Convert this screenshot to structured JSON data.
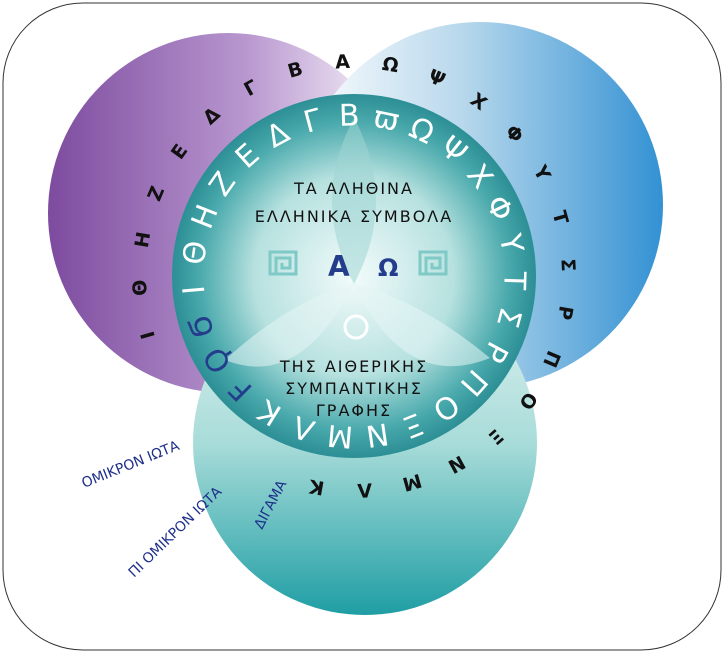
{
  "outer_ring": [
    "Ι",
    "Θ",
    "Η",
    "Ζ",
    "Ε",
    "Δ",
    "Γ",
    "Β",
    "Α",
    "Ω",
    "Ψ",
    "Χ",
    "Φ",
    "Υ",
    "Τ",
    "Σ",
    "Ρ",
    "Π",
    "Ο",
    "Ξ",
    "Ν",
    "Μ",
    "Λ",
    "Κ"
  ],
  "inner_ring": [
    "Ι",
    "Θ",
    "Η",
    "Ζ",
    "Ε",
    "Δ",
    "Γ",
    "Β",
    "ϖ",
    "Ω",
    "Ψ",
    "Χ",
    "Φ",
    "Υ",
    "Τ",
    "Σ",
    "Ρ",
    "Π",
    "Ο",
    "Ξ",
    "Ν",
    "Μ",
    "Λ",
    "Κ",
    "Ϝ",
    "Ϙ",
    "Ϭ"
  ],
  "center": {
    "title_line1": "ΤΑ ΑΛΗΘΙΝΑ",
    "title_line2": "ΕΛΛΗΝΙΚΑ ΣΥΜΒΟΛΑ",
    "alpha": "Α",
    "omega": "Ω",
    "omicron": "Ο",
    "bottom_line1": "ΤΗΣ ΑΙΘΕΡΙΚΗΣ",
    "bottom_line2": "ΣΥΜΠΑΝΤΙΚΗΣ",
    "bottom_line3": "ΓΡΑΦΗΣ"
  },
  "labels": {
    "omikron_iota": "ΟΜΙΚΡΟΝ ΙΩΤΑ",
    "pi_omikron_iota": "ΠΙ ΟΜΙΚΡΟΝ ΙΩΤΑ",
    "digama": "ΔΙΓΑΜΑ"
  },
  "colors": {
    "purple": "#7b4a9e",
    "blue": "#3a8fd1",
    "teal": "#2a9ba0",
    "label_blue": "#1e2f8a"
  }
}
